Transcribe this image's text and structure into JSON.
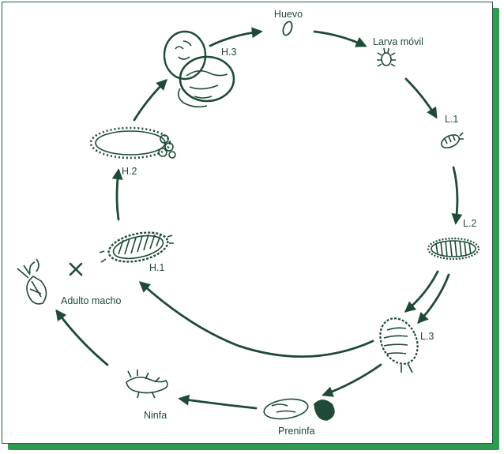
{
  "diagram": {
    "stages": {
      "huevo": "Huevo",
      "larva_movil": "Larva móvil",
      "l1": "L.1",
      "l2": "L.2",
      "l3": "L.3",
      "preninfa": "Preninfa",
      "ninfa": "Ninfa",
      "adulto_macho": "Adulto macho",
      "h1": "H.1",
      "h2": "H.2",
      "h3": "H.3"
    },
    "colors": {
      "ink": "#1e4a36",
      "frame_shadow": "#2f9b52",
      "background": "#ffffff"
    }
  }
}
